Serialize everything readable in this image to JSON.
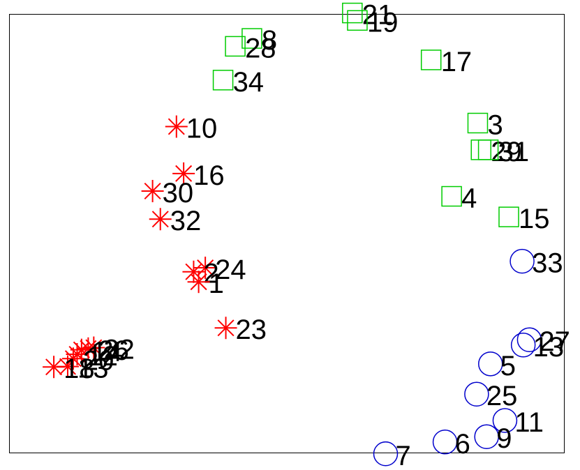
{
  "chart_data": {
    "type": "scatter",
    "title": "",
    "xlabel": "",
    "ylabel": "",
    "xlim": [
      0,
      100
    ],
    "ylim": [
      0,
      100
    ],
    "grid": false,
    "legend": "none",
    "series": [
      {
        "marker": "square",
        "color": "#00cc00",
        "points": [
          {
            "label": "21",
            "x": 61.8,
            "y": 100.3
          },
          {
            "label": "19",
            "x": 62.7,
            "y": 98.6
          },
          {
            "label": "8",
            "x": 43.7,
            "y": 94.5
          },
          {
            "label": "28",
            "x": 40.7,
            "y": 92.7
          },
          {
            "label": "17",
            "x": 76.0,
            "y": 89.6
          },
          {
            "label": "34",
            "x": 38.5,
            "y": 85.0
          },
          {
            "label": "3",
            "x": 84.4,
            "y": 75.2
          },
          {
            "label": "29",
            "x": 85.0,
            "y": 69.1
          },
          {
            "label": "31",
            "x": 86.3,
            "y": 69.1
          },
          {
            "label": "4",
            "x": 79.7,
            "y": 58.5
          },
          {
            "label": "15",
            "x": 90.0,
            "y": 53.8
          }
        ]
      },
      {
        "marker": "asterisk",
        "color": "#ff0000",
        "points": [
          {
            "label": "10",
            "x": 30.1,
            "y": 74.4
          },
          {
            "label": "16",
            "x": 31.4,
            "y": 63.7
          },
          {
            "label": "30",
            "x": 25.8,
            "y": 59.7
          },
          {
            "label": "32",
            "x": 27.2,
            "y": 53.3
          },
          {
            "label": "24",
            "x": 35.3,
            "y": 42.2
          },
          {
            "label": "2",
            "x": 33.2,
            "y": 41.3
          },
          {
            "label": "1",
            "x": 34.1,
            "y": 39.0
          },
          {
            "label": "23",
            "x": 39.0,
            "y": 28.5
          },
          {
            "label": "22",
            "x": 15.2,
            "y": 24.0
          },
          {
            "label": "26",
            "x": 14.2,
            "y": 23.8
          },
          {
            "label": "14",
            "x": 13.0,
            "y": 23.5
          },
          {
            "label": "12",
            "x": 12.2,
            "y": 22.5
          },
          {
            "label": "20",
            "x": 11.5,
            "y": 21.5
          },
          {
            "label": "13",
            "x": 10.5,
            "y": 19.7
          },
          {
            "label": "18",
            "x": 8.0,
            "y": 19.6
          }
        ]
      },
      {
        "marker": "circle",
        "color": "#0000cc",
        "points": [
          {
            "label": "33",
            "x": 92.4,
            "y": 43.7
          },
          {
            "label": "27",
            "x": 93.7,
            "y": 25.8
          },
          {
            "label": "13",
            "x": 92.6,
            "y": 24.6
          },
          {
            "label": "5",
            "x": 86.7,
            "y": 20.3
          },
          {
            "label": "25",
            "x": 84.2,
            "y": 13.4
          },
          {
            "label": "11",
            "x": 89.3,
            "y": 7.4
          },
          {
            "label": "9",
            "x": 86.0,
            "y": 3.7
          },
          {
            "label": "6",
            "x": 78.5,
            "y": 2.5
          },
          {
            "label": "7",
            "x": 67.8,
            "y": -0.2
          }
        ]
      }
    ]
  }
}
